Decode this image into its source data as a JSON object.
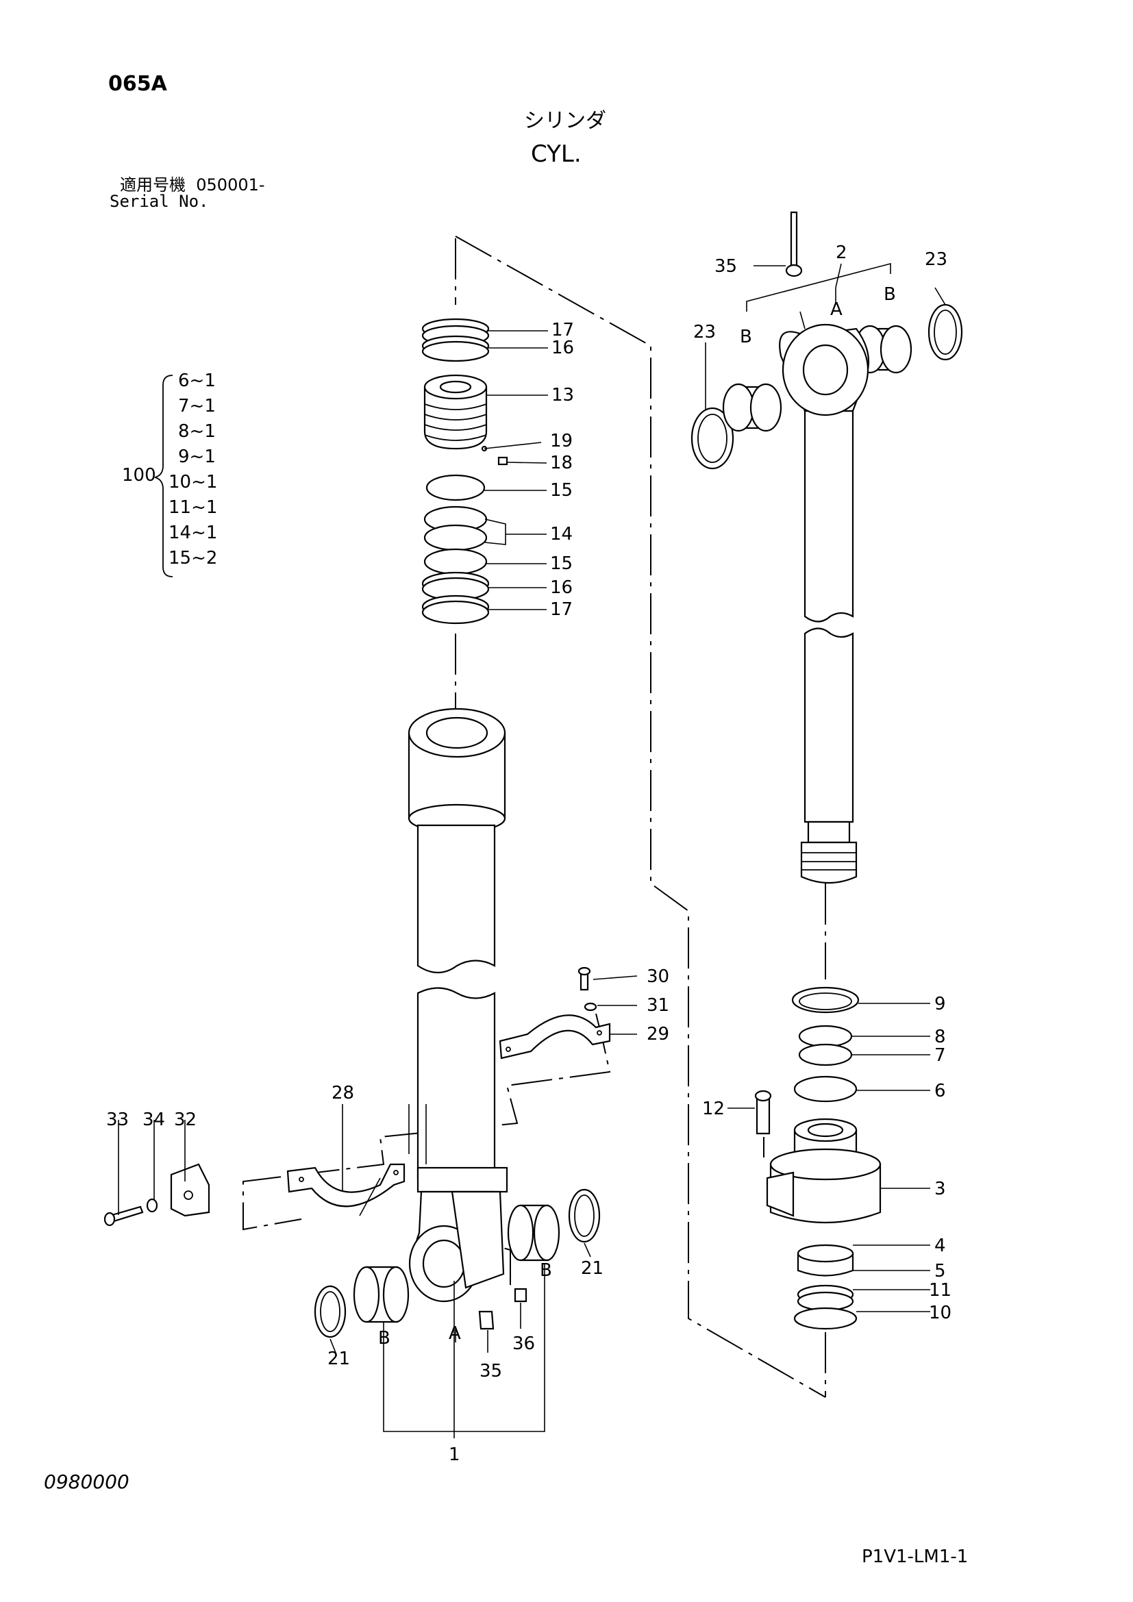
{
  "header": {
    "page_code": "065A",
    "title_jp": "シリンダ",
    "title_en": "CYL.",
    "serial_label_jp": "適用号機",
    "serial_value": "050001-",
    "serial_label_en": "Serial No."
  },
  "kit": {
    "number": "100",
    "items": [
      "6~1",
      "7~1",
      "8~1",
      "9~1",
      "10~1",
      "11~1",
      "14~1",
      "15~2"
    ]
  },
  "callouts": {
    "c1": "1",
    "c2": "2",
    "c3": "3",
    "c4": "4",
    "c5": "5",
    "c6": "6",
    "c7": "7",
    "c8": "8",
    "c9": "9",
    "c10": "10",
    "c11": "11",
    "c12": "12",
    "c13": "13",
    "c14": "14",
    "c15a": "15",
    "c15b": "15",
    "c16a": "16",
    "c16b": "16",
    "c17a": "17",
    "c17b": "17",
    "c18": "18",
    "c19": "19",
    "c21a": "21",
    "c21b": "21",
    "c23a": "23",
    "c23b": "23",
    "c28": "28",
    "c29": "29",
    "c30": "30",
    "c31": "31",
    "c32": "32",
    "c33": "33",
    "c34": "34",
    "c35a": "35",
    "c35b": "35",
    "c36": "36",
    "A1": "A",
    "A2": "A",
    "B1": "B",
    "B2": "B",
    "B3": "B",
    "B4": "B"
  },
  "footer": {
    "doc_number": "0980000",
    "sheet_id": "P1V1-LM1-1"
  }
}
